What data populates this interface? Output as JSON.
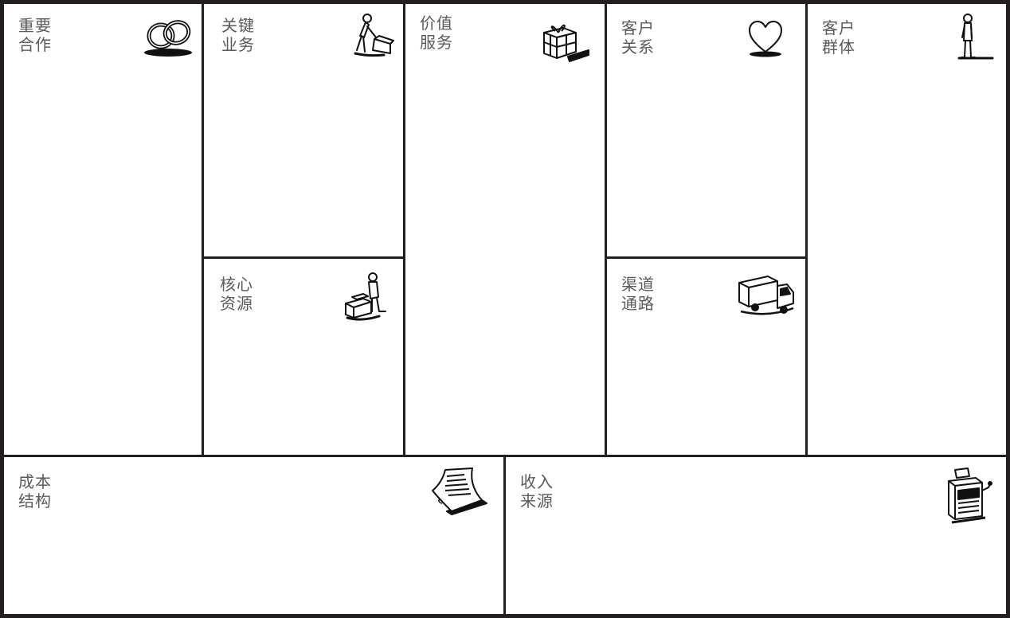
{
  "canvas": {
    "blocks": [
      {
        "key": "key_partners",
        "line1": "重要",
        "line2": "合作",
        "icon": "wedding-rings-icon"
      },
      {
        "key": "key_activities",
        "line1": "关键",
        "line2": "业务",
        "icon": "worker-pushing-icon"
      },
      {
        "key": "value_propositions",
        "line1": "价值",
        "line2": "服务",
        "icon": "gift-box-icon"
      },
      {
        "key": "customer_relationships",
        "line1": "客户",
        "line2": "关系",
        "icon": "heart-icon"
      },
      {
        "key": "customer_segments",
        "line1": "客户",
        "line2": "群体",
        "icon": "standing-person-icon"
      },
      {
        "key": "key_resources",
        "line1": "核心",
        "line2": "资源",
        "icon": "person-with-boxes-icon"
      },
      {
        "key": "channels",
        "line1": "渠道",
        "line2": "通路",
        "icon": "delivery-truck-icon"
      },
      {
        "key": "cost_structure",
        "line1": "成本",
        "line2": "结构",
        "icon": "invoice-paper-icon"
      },
      {
        "key": "revenue_streams",
        "line1": "收入",
        "line2": "来源",
        "icon": "cash-register-icon"
      }
    ]
  },
  "colors": {
    "lines": "#231f20",
    "label_text": "#5a5a5a",
    "background": "#ffffff"
  }
}
